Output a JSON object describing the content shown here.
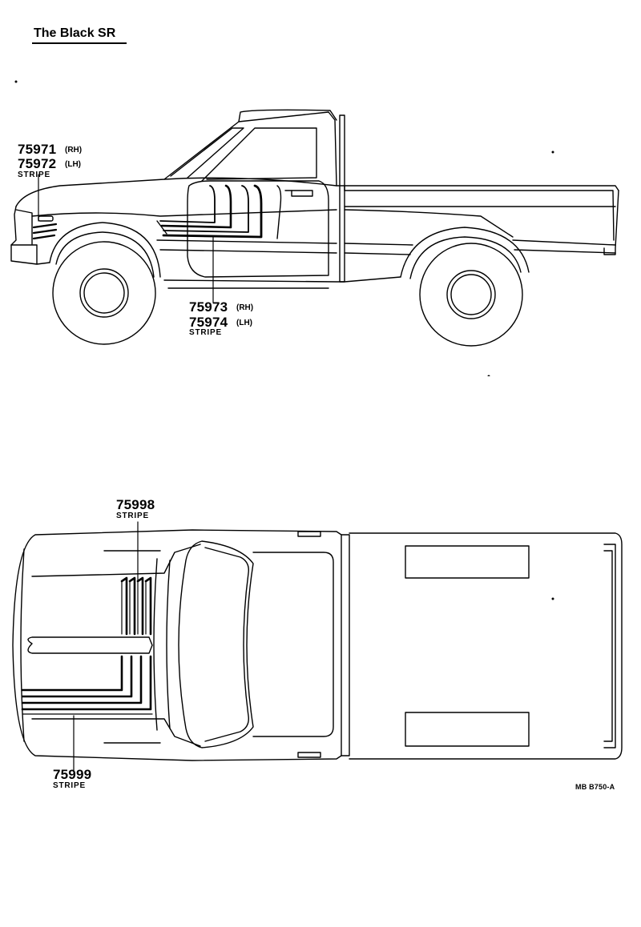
{
  "title": "The Black SR",
  "side_view": {
    "callout_front": {
      "part_rh": "75971",
      "rh": "(RH)",
      "part_lh": "75972",
      "lh": "(LH)",
      "caption": "STRIPE"
    },
    "callout_door": {
      "part_rh": "75973",
      "rh": "(RH)",
      "part_lh": "75974",
      "lh": "(LH)",
      "caption": "STRIPE"
    }
  },
  "top_view": {
    "callout_upper": {
      "part": "75998",
      "caption": "STRIPE"
    },
    "callout_lower": {
      "part": "75999",
      "caption": "STRIPE"
    }
  },
  "reference_code": "MB B750-A"
}
